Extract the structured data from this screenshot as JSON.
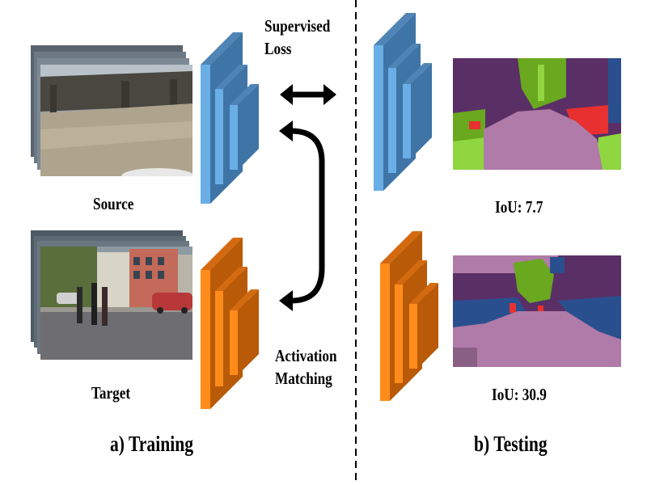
{
  "training": {
    "section_label": "a) Training",
    "source_label": "Source",
    "target_label": "Target",
    "supervised_loss_label": [
      "Supervised",
      "Loss"
    ],
    "activation_matching_label": [
      "Activation",
      "Matching"
    ]
  },
  "testing": {
    "section_label": "b) Testing",
    "top_iou_label": "IoU: 7.7",
    "bottom_iou_label": "IoU: 30.9"
  },
  "colors": {
    "source_network": "#6aaee6",
    "target_network": "#ff8c1a",
    "seg_road": "#b07ba8",
    "seg_building": "#5a2f66",
    "seg_vegetation": "#6aa81f",
    "seg_terrain": "#8fd640",
    "seg_car": "#2a4f8f",
    "seg_person": "#e83030"
  }
}
